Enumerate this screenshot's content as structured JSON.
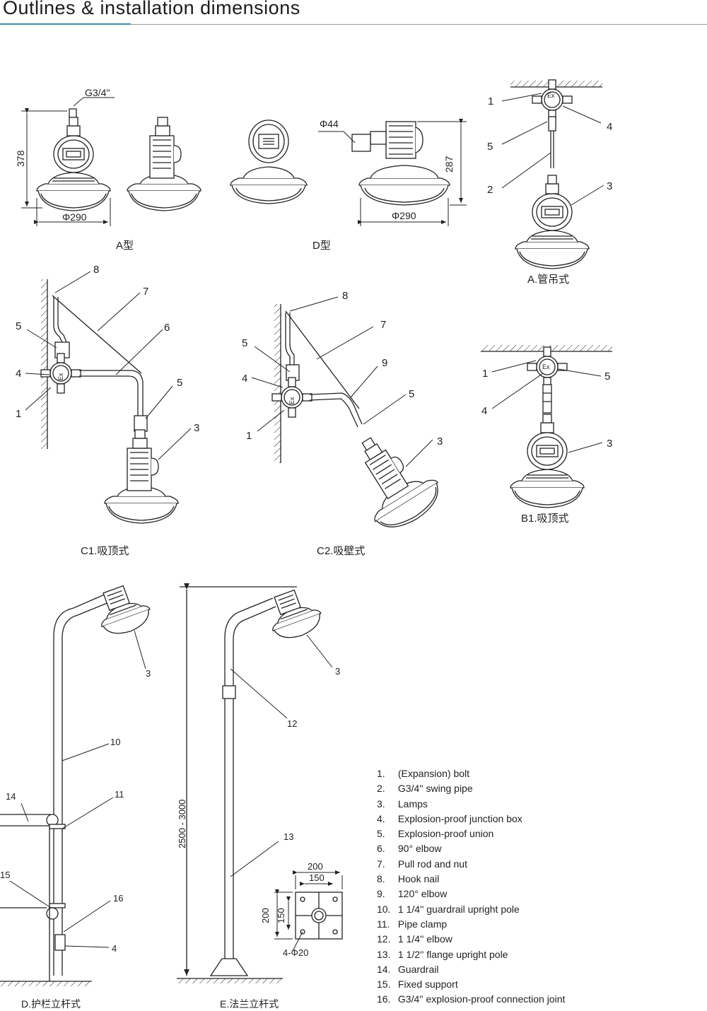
{
  "title": "Outlines & installation dimensions",
  "dimensions": {
    "a_thread": "G3/4''",
    "a_height": "378",
    "a_diameter": "Φ290",
    "d_conduit": "Φ44",
    "d_height": "287",
    "d_diameter": "Φ290",
    "pole_height": "2500 - 3000",
    "flange_outer": "200",
    "flange_inner": "150",
    "flange_outer_v": "200",
    "flange_inner_v": "150",
    "flange_holes": "4-Φ20",
    "ex_mark": "Ex"
  },
  "captions": {
    "a_type": "A型",
    "d_type": "D型",
    "a_pipe": "A.管吊式",
    "c1": "C1.吸顶式",
    "c2": "C2.吸壁式",
    "b1": "B1.吸顶式",
    "d_rail": "D.护栏立杆式",
    "e_flange": "E.法兰立杆式"
  },
  "callouts": {
    "n1": "1",
    "n2": "2",
    "n3": "3",
    "n4": "4",
    "n5": "5",
    "n6": "6",
    "n7": "7",
    "n8": "8",
    "n9": "9",
    "n10": "10",
    "n11": "11",
    "n12": "12",
    "n13": "13",
    "n14": "14",
    "n15": "15",
    "n16": "16"
  },
  "legend": [
    {
      "n": "1.",
      "text": "(Expansion) bolt"
    },
    {
      "n": "2.",
      "text": "G3/4'' swing pipe"
    },
    {
      "n": "3.",
      "text": "Lamps"
    },
    {
      "n": "4.",
      "text": "Explosion-proof junction box"
    },
    {
      "n": "5.",
      "text": "Explosion-proof union"
    },
    {
      "n": "6.",
      "text": "90° elbow"
    },
    {
      "n": "7.",
      "text": "Pull rod and nut"
    },
    {
      "n": "8.",
      "text": "Hook nail"
    },
    {
      "n": "9.",
      "text": "120° elbow"
    },
    {
      "n": "10.",
      "text": "1 1/4'' guardrail upright pole"
    },
    {
      "n": "11.",
      "text": "Pipe clamp"
    },
    {
      "n": "12.",
      "text": "1 1/4'' elbow"
    },
    {
      "n": "13.",
      "text": "1 1/2'' flange upright pole"
    },
    {
      "n": "14.",
      "text": "Guardrail"
    },
    {
      "n": "15.",
      "text": "Fixed support"
    },
    {
      "n": "16.",
      "text": "G3/4'' explosion-proof connection joint"
    }
  ]
}
